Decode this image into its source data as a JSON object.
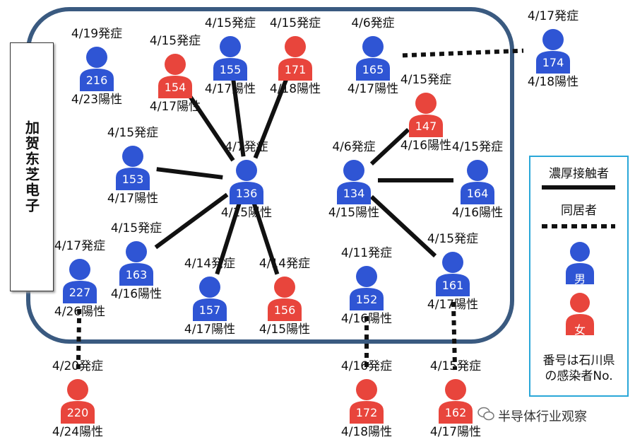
{
  "company": "加贺东芝电子",
  "legend": {
    "close_contact": "濃厚接触者",
    "cohabitant": "同居者",
    "male": "男",
    "female": "女",
    "note_line1": "番号は石川県",
    "note_line2": "の感染者No."
  },
  "watermark": "半导体行业观察",
  "colors": {
    "male": "#2f55d4",
    "female": "#e8453c",
    "boundary": "#3a5a80",
    "legend_border": "#2aa7d8"
  },
  "nodes": [
    {
      "id": "216",
      "sex": "male",
      "onset": "4/19発症",
      "positive": "4/23陽性"
    },
    {
      "id": "154",
      "sex": "female",
      "onset": "4/15発症",
      "positive": "4/17陽性"
    },
    {
      "id": "155",
      "sex": "male",
      "onset": "4/15発症",
      "positive": "4/17陽性"
    },
    {
      "id": "171",
      "sex": "female",
      "onset": "4/15発症",
      "positive": "4/18陽性"
    },
    {
      "id": "165",
      "sex": "male",
      "onset": "4/6発症",
      "positive": "4/17陽性"
    },
    {
      "id": "174",
      "sex": "male",
      "onset": "4/17発症",
      "positive": "4/18陽性"
    },
    {
      "id": "147",
      "sex": "female",
      "onset": "4/15発症",
      "positive": "4/16陽性"
    },
    {
      "id": "153",
      "sex": "male",
      "onset": "4/15発症",
      "positive": "4/17陽性"
    },
    {
      "id": "136",
      "sex": "male",
      "onset": "4/7発症",
      "positive": "4/15陽性"
    },
    {
      "id": "134",
      "sex": "male",
      "onset": "4/6発症",
      "positive": "4/15陽性"
    },
    {
      "id": "164",
      "sex": "male",
      "onset": "4/15発症",
      "positive": "4/16陽性"
    },
    {
      "id": "227",
      "sex": "male",
      "onset": "4/17発症",
      "positive": "4/26陽性"
    },
    {
      "id": "163",
      "sex": "male",
      "onset": "4/15発症",
      "positive": "4/16陽性"
    },
    {
      "id": "157",
      "sex": "male",
      "onset": "4/14発症",
      "positive": "4/17陽性"
    },
    {
      "id": "156",
      "sex": "female",
      "onset": "4/14発症",
      "positive": "4/15陽性"
    },
    {
      "id": "152",
      "sex": "male",
      "onset": "4/11発症",
      "positive": "4/16陽性"
    },
    {
      "id": "161",
      "sex": "male",
      "onset": "4/15発症",
      "positive": "4/17陽性"
    },
    {
      "id": "220",
      "sex": "female",
      "onset": "4/20発症",
      "positive": "4/24陽性"
    },
    {
      "id": "172",
      "sex": "female",
      "onset": "4/16発症",
      "positive": "4/18陽性"
    },
    {
      "id": "162",
      "sex": "female",
      "onset": "4/15発症",
      "positive": "4/17陽性"
    }
  ],
  "edges": [
    {
      "from": "136",
      "to": "154",
      "type": "close_contact"
    },
    {
      "from": "136",
      "to": "155",
      "type": "close_contact"
    },
    {
      "from": "136",
      "to": "171",
      "type": "close_contact"
    },
    {
      "from": "136",
      "to": "153",
      "type": "close_contact"
    },
    {
      "from": "136",
      "to": "163",
      "type": "close_contact"
    },
    {
      "from": "136",
      "to": "157",
      "type": "close_contact"
    },
    {
      "from": "136",
      "to": "156",
      "type": "close_contact"
    },
    {
      "from": "134",
      "to": "147",
      "type": "close_contact"
    },
    {
      "from": "134",
      "to": "164",
      "type": "close_contact"
    },
    {
      "from": "134",
      "to": "161",
      "type": "close_contact"
    },
    {
      "from": "165",
      "to": "174",
      "type": "cohabitant"
    },
    {
      "from": "227",
      "to": "220",
      "type": "cohabitant"
    },
    {
      "from": "152",
      "to": "172",
      "type": "cohabitant"
    },
    {
      "from": "161",
      "to": "162",
      "type": "cohabitant"
    }
  ]
}
